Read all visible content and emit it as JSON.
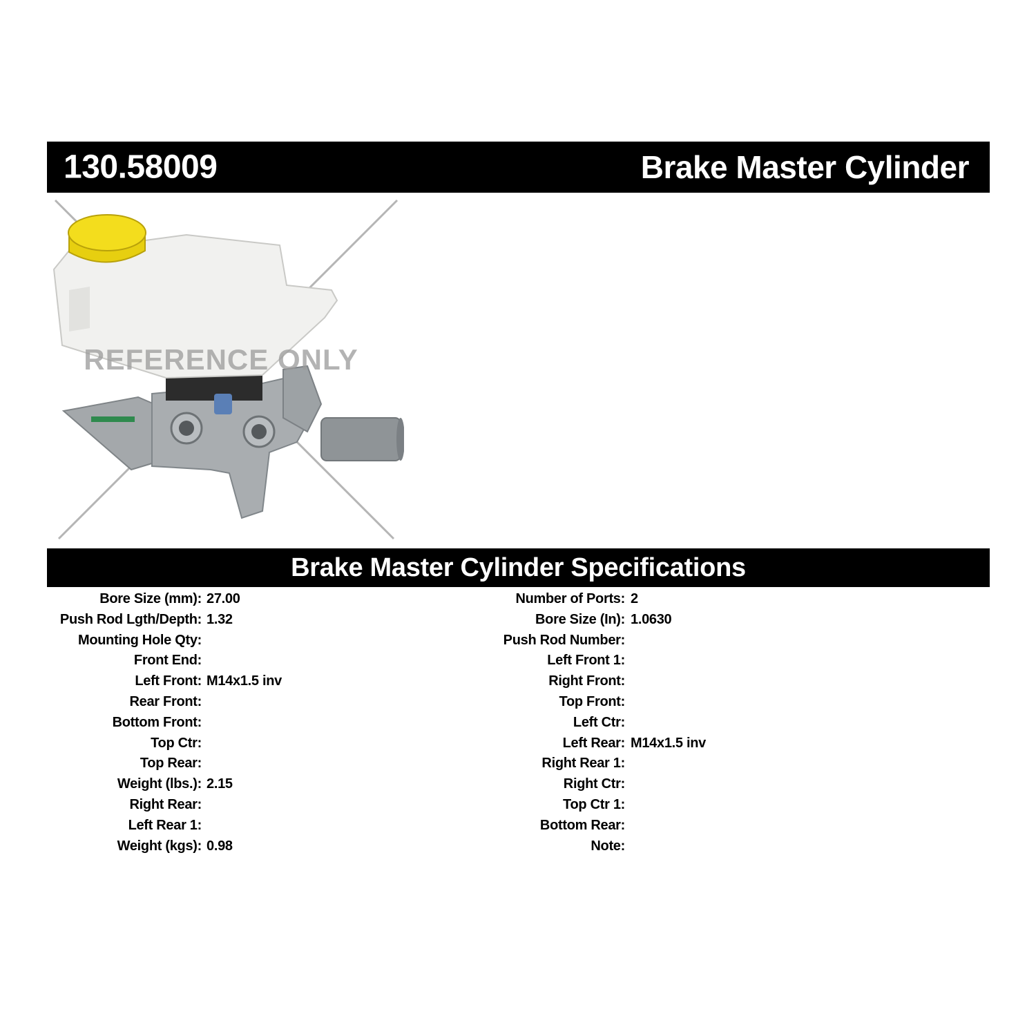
{
  "header": {
    "part_number": "130.58009",
    "product_title": "Brake Master Cylinder"
  },
  "figure": {
    "watermark": "REFERENCE ONLY",
    "colors": {
      "cap": "#f2dc1a",
      "reservoir": "#f0f0ee",
      "body": "#9ea3a6",
      "crosshair": "#b0b0b0"
    }
  },
  "specs": {
    "title": "Brake Master Cylinder Specifications",
    "left": [
      {
        "label": "Bore Size (mm):",
        "value": "27.00"
      },
      {
        "label": "Push Rod Lgth/Depth:",
        "value": "1.32"
      },
      {
        "label": "Mounting Hole Qty:",
        "value": ""
      },
      {
        "label": "Front End:",
        "value": ""
      },
      {
        "label": "Left Front:",
        "value": "M14x1.5 inv"
      },
      {
        "label": "Rear Front:",
        "value": ""
      },
      {
        "label": "Bottom Front:",
        "value": ""
      },
      {
        "label": "Top Ctr:",
        "value": ""
      },
      {
        "label": "Top Rear:",
        "value": ""
      },
      {
        "label": "Weight (lbs.):",
        "value": "2.15"
      },
      {
        "label": "Right Rear:",
        "value": ""
      },
      {
        "label": "Left Rear 1:",
        "value": ""
      },
      {
        "label": "Weight (kgs):",
        "value": "0.98"
      }
    ],
    "right": [
      {
        "label": "Number of Ports:",
        "value": "2"
      },
      {
        "label": "Bore Size (In):",
        "value": "1.0630"
      },
      {
        "label": "Push Rod Number:",
        "value": ""
      },
      {
        "label": "Left Front 1:",
        "value": ""
      },
      {
        "label": "Right Front:",
        "value": ""
      },
      {
        "label": "Top Front:",
        "value": ""
      },
      {
        "label": "Left Ctr:",
        "value": ""
      },
      {
        "label": "Left Rear:",
        "value": "M14x1.5 inv"
      },
      {
        "label": "Right Rear 1:",
        "value": ""
      },
      {
        "label": "Right Ctr:",
        "value": ""
      },
      {
        "label": "Top Ctr 1:",
        "value": ""
      },
      {
        "label": "Bottom Rear:",
        "value": ""
      },
      {
        "label": "Note:",
        "value": ""
      }
    ]
  }
}
